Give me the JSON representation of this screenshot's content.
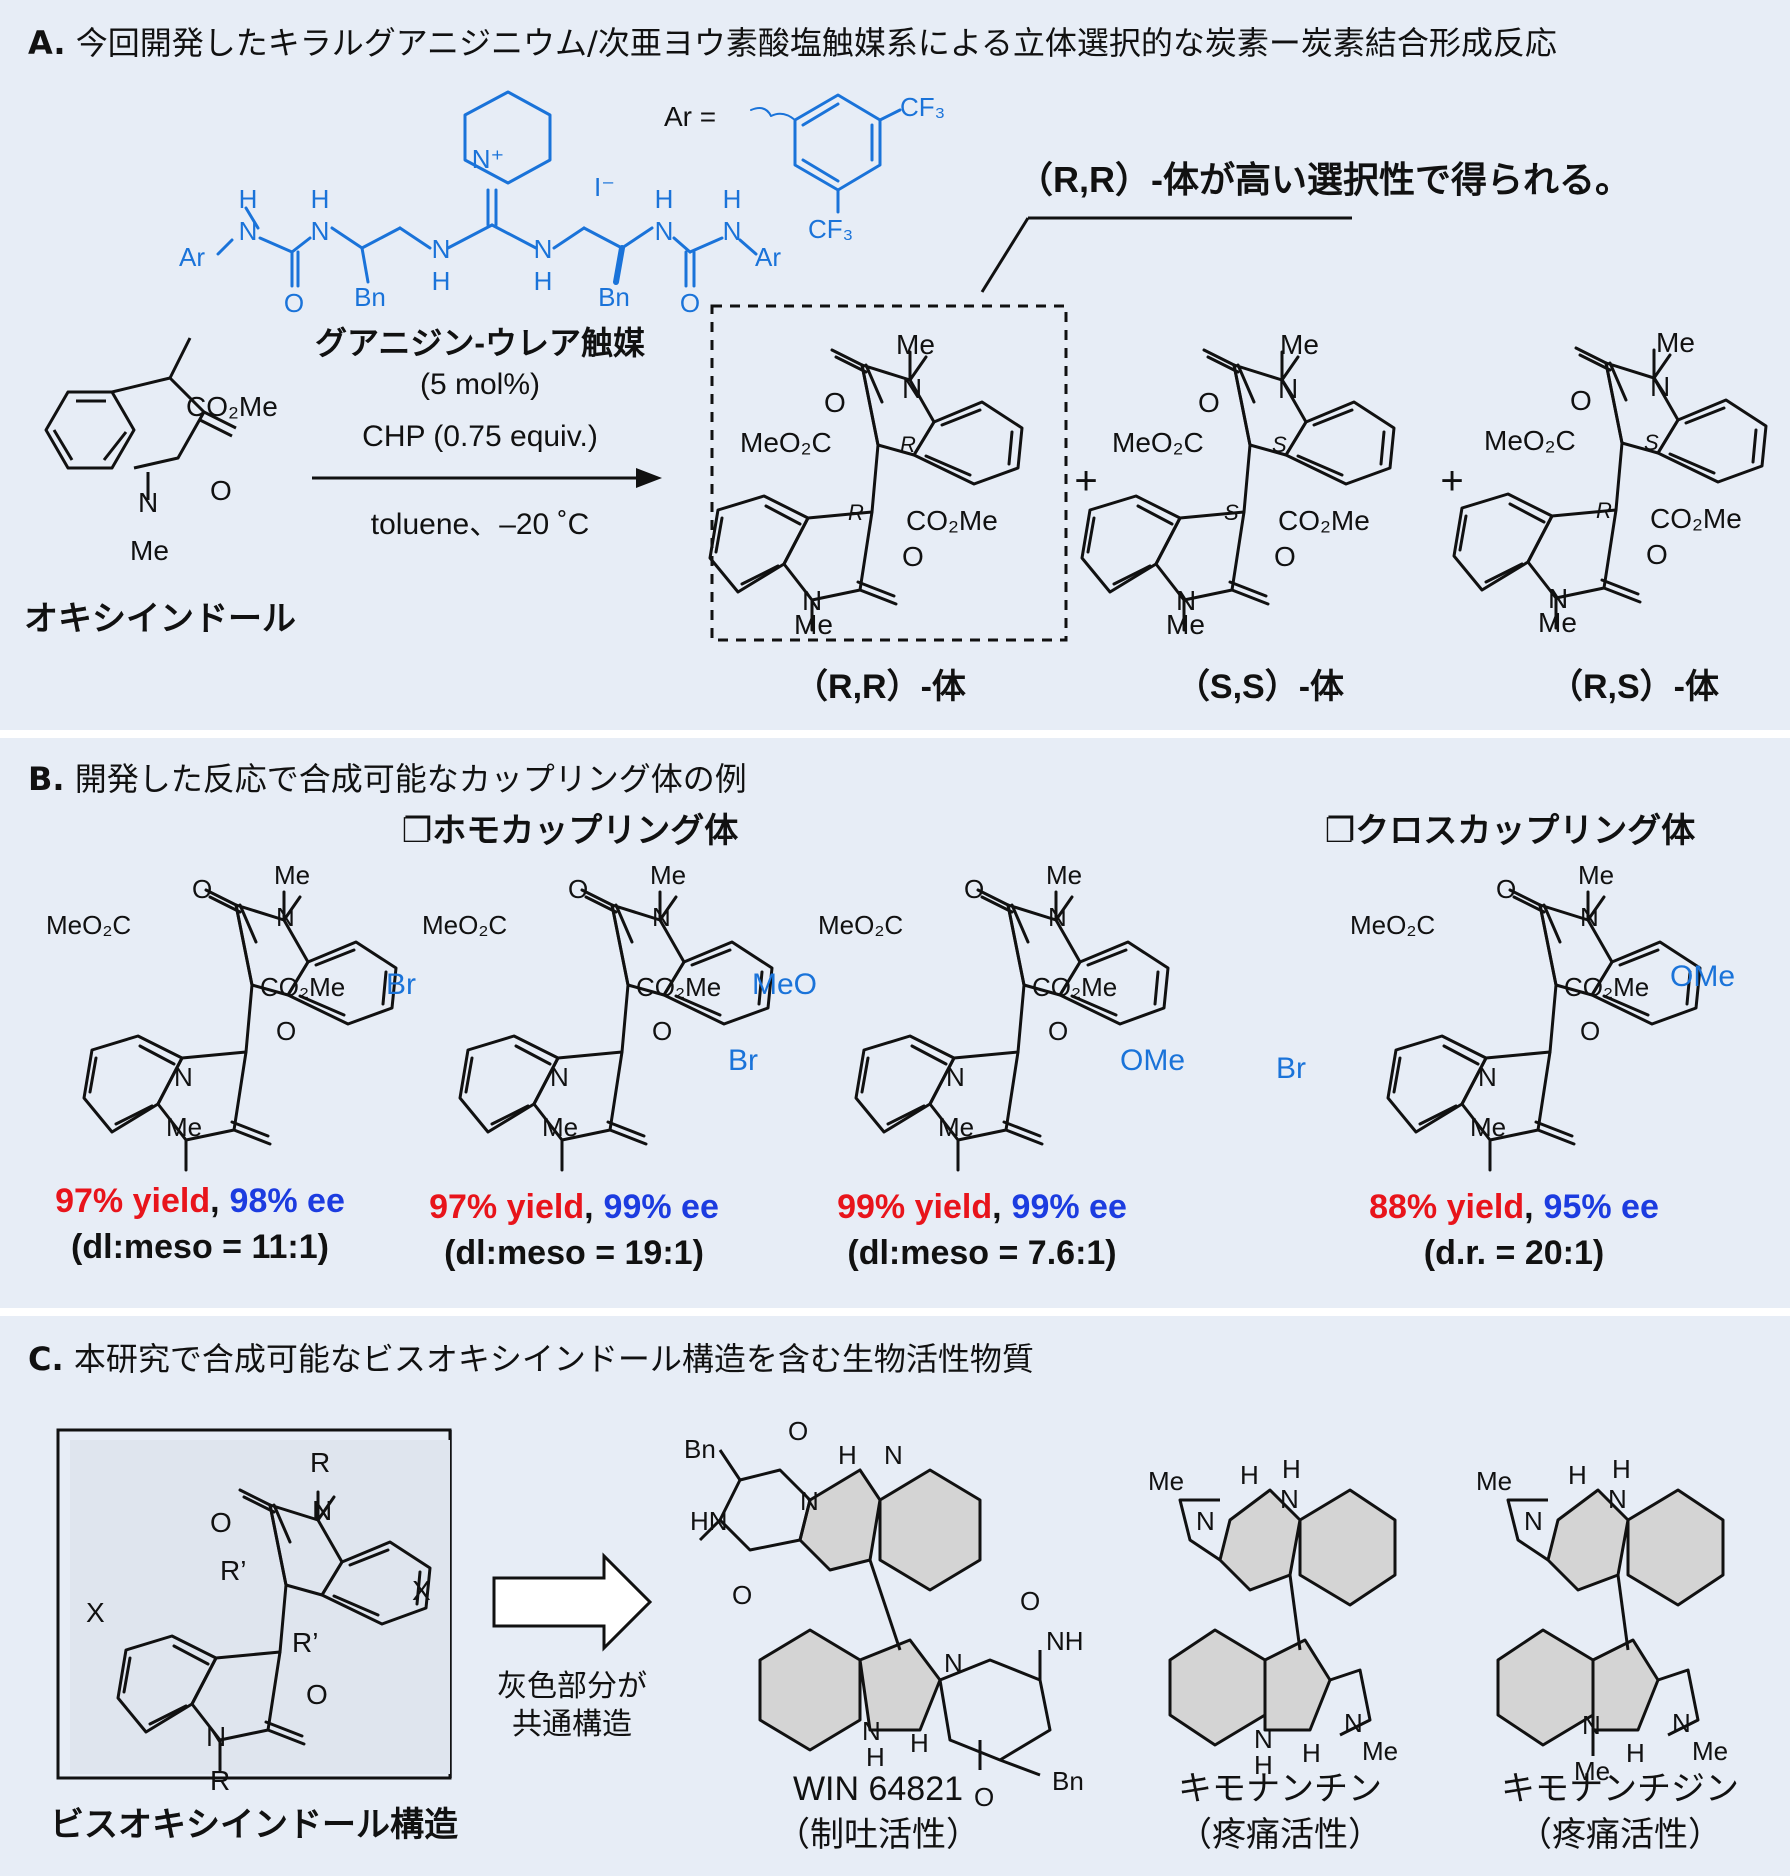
{
  "panel_a": {
    "title_letter": "A.",
    "title": "今回開発したキラルグアニジニウム/次亜ヨウ素酸塩触媒系による立体選択的な炭素ー炭素結合形成反応",
    "ar_def": "Ar =",
    "cf3": "CF₃",
    "iodide": "I⁻",
    "catalyst_name": "グアニジン-ウレア触媒",
    "catalyst_loading": "(5 mol%)",
    "oxidant": "CHP (0.75 equiv.)",
    "conditions": "toluene、–20 ˚C",
    "substrate_name": "オキシインドール",
    "callout": "（R,R）-体が高い選択性で得られる。",
    "product_labels": [
      "（R,R）-体",
      "（S,S）-体",
      "（R,S）-体"
    ],
    "plus": "+",
    "atoms": {
      "me": "Me",
      "co2me": "CO₂Me",
      "meo2c": "MeO₂C",
      "n": "N",
      "o": "O",
      "h": "H",
      "bn": "Bn",
      "ar": "Ar",
      "nplus": "N⁺"
    },
    "stereo": {
      "r": "R",
      "s": "S"
    }
  },
  "panel_b": {
    "title_letter": "B.",
    "title": "開発した反応で合成可能なカップリング体の例",
    "homo_header": "❐ホモカップリング体",
    "cross_header": "❐クロスカップリング体",
    "compounds": [
      {
        "yield": "97% yield",
        "ee": "98% ee",
        "ratio": "(dl:meso = 11:1)",
        "sub_top": "",
        "sub_bottom": ""
      },
      {
        "yield": "97% yield",
        "ee": "99% ee",
        "ratio": "(dl:meso = 19:1)",
        "sub_top": "Br",
        "sub_bottom": "Br"
      },
      {
        "yield": "99% yield",
        "ee": "99% ee",
        "ratio": "(dl:meso = 7.6:1)",
        "sub_top": "MeO",
        "sub_bottom": "OMe"
      },
      {
        "yield": "88% yield",
        "ee": "95% ee",
        "ratio": "(d.r. = 20:1)",
        "sub_top": "OMe",
        "sub_bottom": "Br"
      }
    ],
    "comma": ","
  },
  "panel_c": {
    "title_letter": "C.",
    "title": "本研究で合成可能なビスオキシインドール構造を含む生物活性物質",
    "core_name": "ビスオキシインドール構造",
    "arrow_text_1": "灰色部分が",
    "arrow_text_2": "共通構造",
    "atoms": {
      "r": "R",
      "rp": "R’",
      "x": "X",
      "o": "O",
      "n": "N",
      "nh": "NH",
      "hn": "HN",
      "h": "H",
      "bn": "Bn",
      "me": "Me"
    },
    "natural_products": [
      {
        "name": "WIN 64821",
        "activity": "（制吐活性）"
      },
      {
        "name": "キモナンチン",
        "activity": "（疼痛活性）"
      },
      {
        "name": "キモナンチジン",
        "activity": "（疼痛活性）"
      }
    ]
  },
  "colors": {
    "panel_bg": "#e7edf6",
    "catalyst_blue": "#1a73d9",
    "yield_red": "#e8141b",
    "ee_blue": "#1c3ce0",
    "substituent_blue": "#1a73d9",
    "shade_gray": "#d4d4d4"
  }
}
